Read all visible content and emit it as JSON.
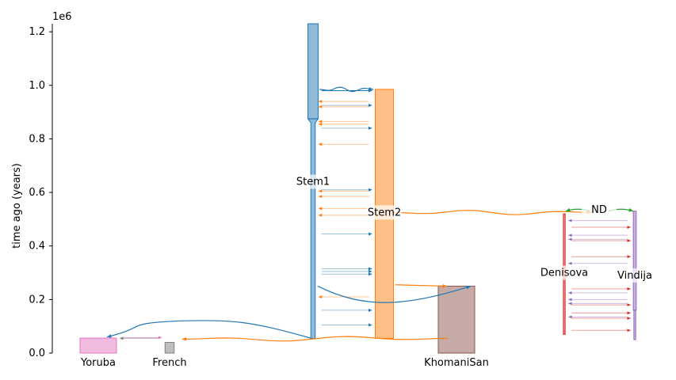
{
  "chart_data": {
    "type": "demographic-model",
    "ylabel": "time ago (years)",
    "y_offset_label": "1e6",
    "ylim": [
      0,
      1230000
    ],
    "yticks": [
      0,
      200000,
      400000,
      600000,
      800000,
      1000000,
      1200000
    ],
    "ytick_labels": [
      "0.0",
      "0.2",
      "0.4",
      "0.6",
      "0.8",
      "1.0",
      "1.2"
    ],
    "demes": [
      {
        "name": "Yoruba",
        "color": "#e377c2",
        "start": 56000,
        "end": 0,
        "width": 1.0,
        "label_time": 0
      },
      {
        "name": "French",
        "color": "#7f7f7f",
        "start": 40000,
        "end": 0,
        "width": 0.25,
        "label_time": 0
      },
      {
        "name": "KhomaniSan",
        "color": "#8c564b",
        "start": 250000,
        "end": 0,
        "width": 1.0,
        "label_time": 0
      },
      {
        "name": "Stem1",
        "color": "#1f77b4",
        "start": 1230000,
        "end": 55000,
        "width": 0.12,
        "wide_until": 875000,
        "wide_width": 0.28,
        "label_time": 640000
      },
      {
        "name": "Stem2",
        "color": "#ff7f0e",
        "start": 985000,
        "end": 55000,
        "width": 0.5,
        "label_time": 525000
      },
      {
        "name": "Denisova",
        "color": "#d62728",
        "start": 520000,
        "end": 70000,
        "width": 0.05,
        "label_time": 300000
      },
      {
        "name": "Vindija",
        "color": "#9467bd",
        "start": 530000,
        "end": 50000,
        "width": 0.05,
        "wide_until": 160000,
        "wide_width": 0.08,
        "label_time": 290000
      },
      {
        "name": "ND",
        "color": "#2ca02c",
        "start": 530000,
        "end": 530000,
        "width": 0,
        "label_time": 535000
      }
    ],
    "splits": [
      {
        "from": "Stem1",
        "to": "Stem2",
        "time": 985000
      },
      {
        "from": "Stem2",
        "to": "ND",
        "time": 530000
      },
      {
        "from": "ND",
        "to": "Denisova",
        "time": 530000
      },
      {
        "from": "ND",
        "to": "Vindija",
        "time": 530000
      },
      {
        "from": "Stem1",
        "to": "KhomaniSan",
        "time": 250000
      },
      {
        "from": "Stem1",
        "to": "Yoruba",
        "time": 60000
      },
      {
        "from": "Stem2",
        "to": "French",
        "time": 55000
      }
    ],
    "migration_times": {
      "Stem1_Stem2": [
        980000,
        925000,
        840000,
        610000,
        445000,
        315000,
        305000,
        295000,
        160000,
        105000
      ],
      "Stem2_Stem1": [
        940000,
        920000,
        865000,
        855000,
        780000,
        605000,
        585000,
        540000,
        515000,
        210000
      ],
      "Denisova_Vindija": [
        470000,
        420000,
        360000,
        240000,
        180000,
        150000,
        130000,
        85000
      ],
      "Vindija_Denisova": [
        495000,
        440000,
        425000,
        335000,
        225000,
        200000,
        185000,
        135000
      ],
      "Yoruba_French": [
        58000
      ],
      "French_Yoruba": [
        55000
      ]
    }
  }
}
